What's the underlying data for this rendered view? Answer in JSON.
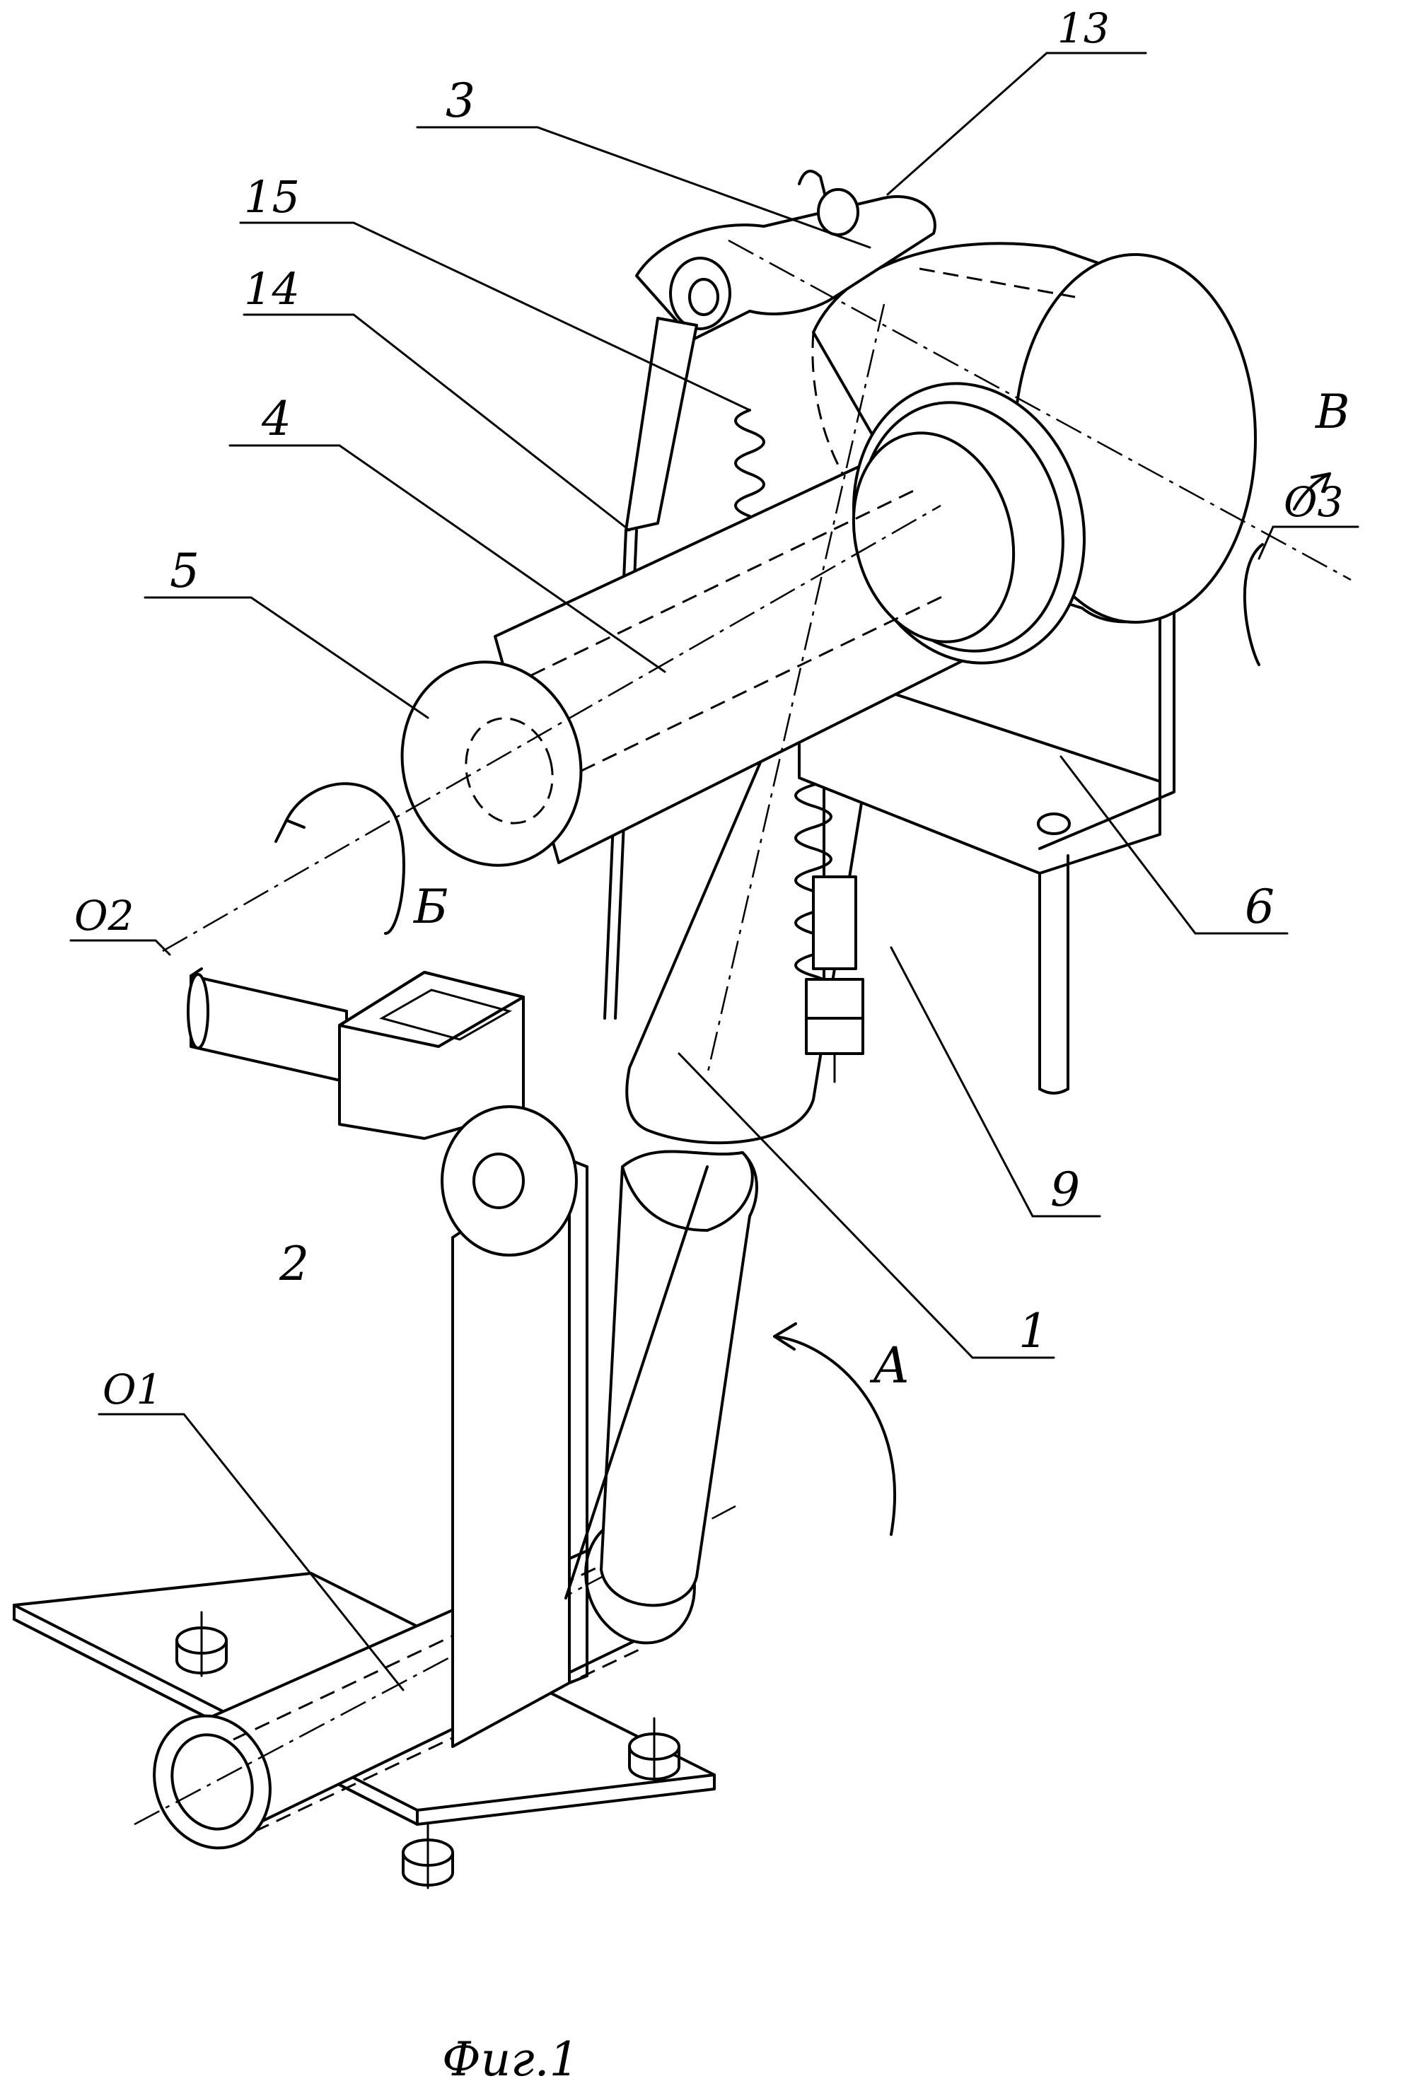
{
  "figure": {
    "caption": "Фиг.1",
    "part_labels": {
      "p13": "13",
      "p3": "3",
      "p15": "15",
      "p14": "14",
      "p4": "4",
      "p5": "5",
      "p6": "6",
      "p9": "9",
      "p1": "1",
      "p2": "2",
      "pO1": "O1",
      "pO2": "O2",
      "pO3": "O3"
    },
    "direction_labels": {
      "A": "A",
      "B_cyr": "Б",
      "V": "B"
    }
  }
}
